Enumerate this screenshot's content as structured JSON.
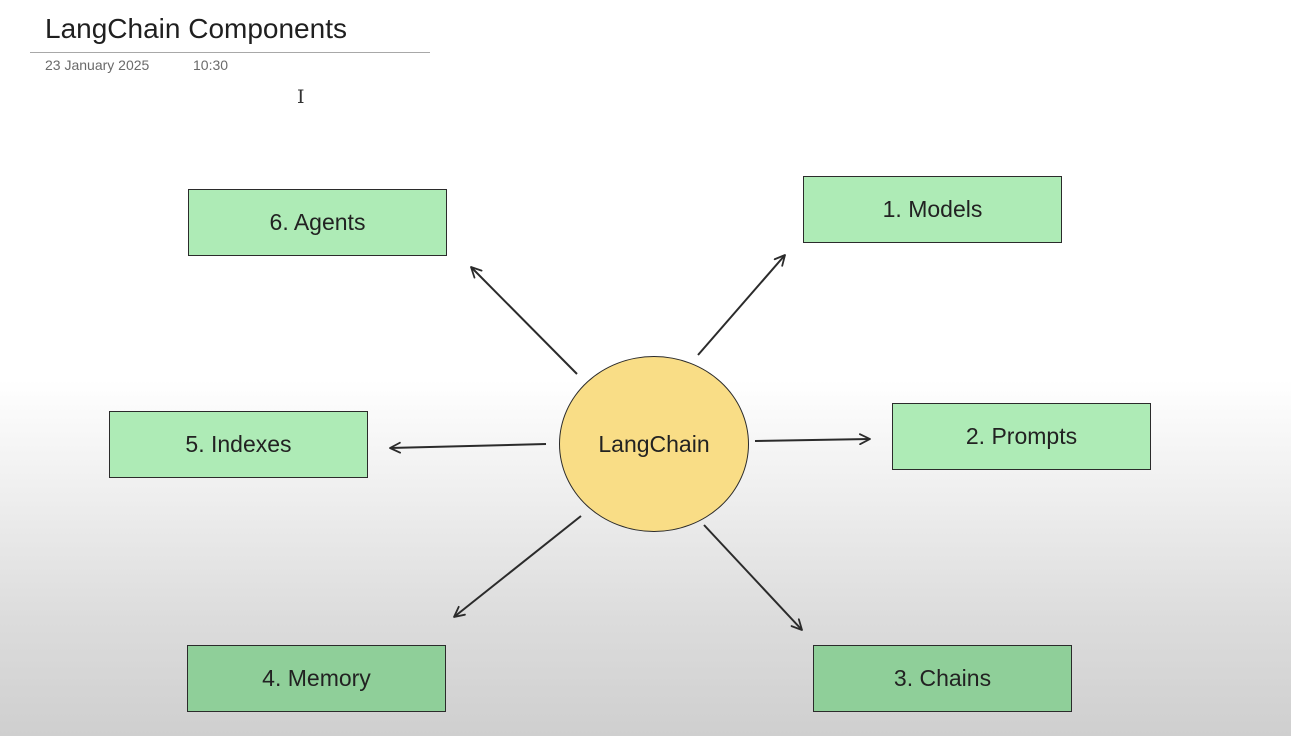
{
  "header": {
    "title": "LangChain Components",
    "date": "23 January 2025",
    "time": "10:30"
  },
  "diagram": {
    "center": {
      "label": "LangChain",
      "color": "#f9dd86"
    },
    "nodes": [
      {
        "label": "1. Models"
      },
      {
        "label": "2. Prompts"
      },
      {
        "label": "3. Chains"
      },
      {
        "label": "4. Memory"
      },
      {
        "label": "5. Indexes"
      },
      {
        "label": "6. Agents"
      }
    ],
    "colors": {
      "node_light": "#aeebb6",
      "node_dark": "#8fcf99",
      "border": "#2b2b2b"
    }
  }
}
